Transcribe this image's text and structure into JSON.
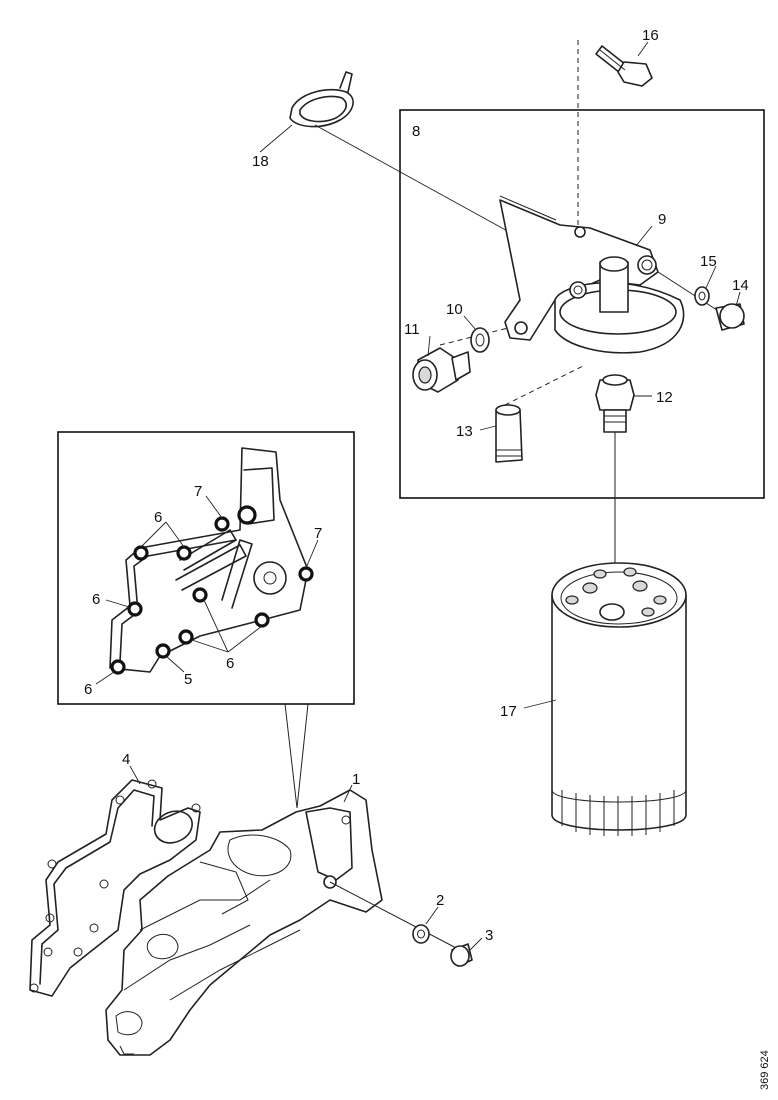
{
  "callouts": {
    "c1": "1",
    "c2": "2",
    "c3": "3",
    "c4": "4",
    "c5": "5",
    "c6a": "6",
    "c6b": "6",
    "c6c": "6",
    "c6d": "6",
    "c7a": "7",
    "c7b": "7",
    "c8": "8",
    "c9": "9",
    "c10": "10",
    "c11": "11",
    "c12": "12",
    "c13": "13",
    "c14": "14",
    "c15": "15",
    "c16": "16",
    "c17": "17",
    "c18": "18"
  },
  "drawing_code": "369 624"
}
